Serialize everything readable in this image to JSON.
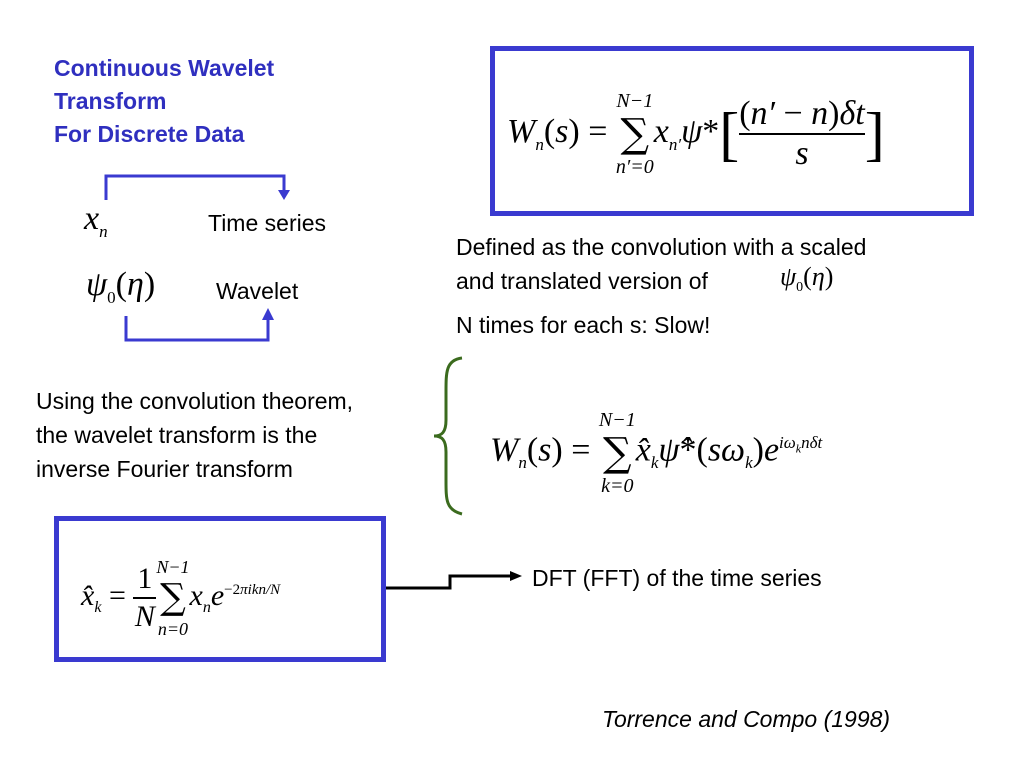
{
  "title": {
    "line1": "Continuous Wavelet",
    "line2": "Transform",
    "line3": "For Discrete Data"
  },
  "labels": {
    "time_series": "Time series",
    "wavelet": "Wavelet",
    "defined_line1": "Defined as the convolution with a scaled",
    "defined_line2": "and translated version of",
    "n_times": "N times for each s: Slow!",
    "using_line1": "Using the convolution theorem,",
    "using_line2": "the wavelet transform is the",
    "using_line3": "inverse Fourier transform",
    "dft": "DFT (FFT) of the time series",
    "reference": "Torrence and Compo (1998)"
  },
  "colors": {
    "title": "#2f2fbf",
    "box_border": "#3a3ad0",
    "bracket_arrow": "#3a3ad0",
    "curly_brace": "#3b6b1e"
  }
}
